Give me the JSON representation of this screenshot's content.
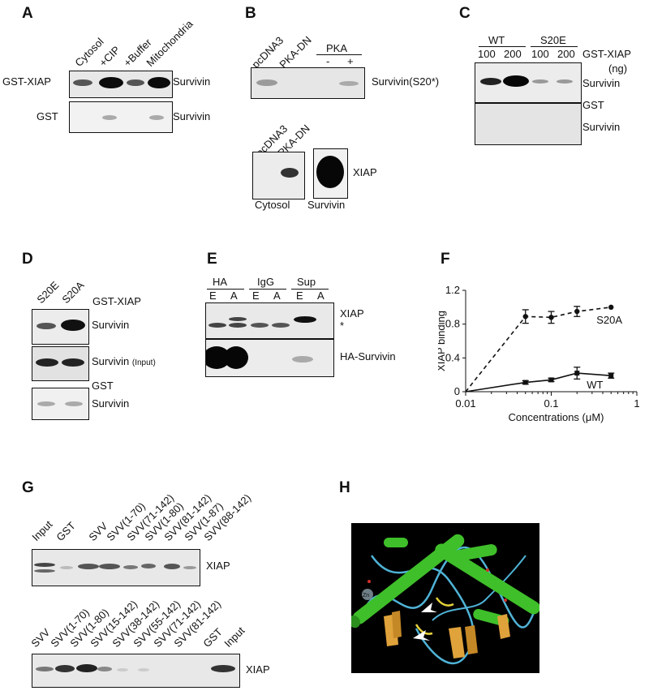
{
  "panels": {
    "A": {
      "label": "A",
      "lanes": [
        "Cytosol",
        "+CIP",
        "+Buffer",
        "Mitochondria"
      ],
      "row1_left": "GST-XIAP",
      "row1_right": "Survivin",
      "row2_left": "GST",
      "row2_right": "Survivin"
    },
    "B": {
      "label": "B",
      "lanes": [
        "pcDNA3",
        "PKA-DN"
      ],
      "pka_header": "PKA",
      "pka_minus": "-",
      "pka_plus": "+",
      "row1_right": "Survivin(S20*)",
      "lower_lanes": [
        "pcDNA3",
        "PKA-DN"
      ],
      "lower_right": "XIAP",
      "bottom_left": "Cytosol",
      "bottom_right": "Survivin"
    },
    "C": {
      "label": "C",
      "wt": "WT",
      "s20e": "S20E",
      "amounts": [
        "100",
        "200",
        "100",
        "200"
      ],
      "row1_right1": "GST-XIAP",
      "row1_right2": "(ng)",
      "row1_right3": "Survivin",
      "row2_right1": "GST",
      "row2_right2": "Survivin"
    },
    "D": {
      "label": "D",
      "lanes": [
        "S20E",
        "S20A"
      ],
      "row1_right1": "GST-XIAP",
      "row1_right2": "Survivin",
      "row2_right": "Survivin",
      "row2_right_small": "(Input)",
      "row3_right1": "GST",
      "row3_right2": "Survivin"
    },
    "E": {
      "label": "E",
      "groups": [
        "HA",
        "IgG",
        "Sup"
      ],
      "lanes": [
        "E",
        "A",
        "E",
        "A",
        "E",
        "A"
      ],
      "row1_right": "XIAP",
      "star": "*",
      "row2_right": "HA-Survivin"
    },
    "F": {
      "label": "F"
    },
    "G": {
      "label": "G",
      "top_lanes": [
        "Input",
        "GST",
        "SVV",
        "SVV(1-70)",
        "SVV(71-142)",
        "SVV(1-80)",
        "SVV(81-142)",
        "SVV(1-87)",
        "SVV(88-142)"
      ],
      "top_right": "XIAP",
      "bottom_lanes": [
        "SVV",
        "SVV(1-70)",
        "SVV(1-80)",
        "SVV(15-142)",
        "SVV(38-142)",
        "SVV(55-142)",
        "SVV(71-142)",
        "SVV(81-142)",
        "GST",
        "Input"
      ],
      "bottom_right": "XIAP"
    },
    "H": {
      "label": "H",
      "zn_label": "Zn"
    }
  },
  "chart_data": {
    "type": "line",
    "xlabel": "Concentrations (μM)",
    "ylabel": "XIAP binding",
    "x_scale": "log",
    "xlim": [
      0.01,
      1
    ],
    "ylim": [
      0,
      1.2
    ],
    "x_ticks": [
      "0.01",
      "0.1",
      "1"
    ],
    "y_ticks": [
      "0",
      "0.4",
      "0.8",
      "1.2"
    ],
    "series": [
      {
        "name": "S20A",
        "line_style": "dashed",
        "marker": "circle",
        "x": [
          0.01,
          0.05,
          0.1,
          0.2,
          0.5
        ],
        "y": [
          0,
          0.89,
          0.88,
          0.95,
          1.0
        ],
        "err": [
          0,
          0.08,
          0.07,
          0.06,
          0
        ]
      },
      {
        "name": "WT",
        "line_style": "solid",
        "marker": "square",
        "x": [
          0.01,
          0.05,
          0.1,
          0.2,
          0.5
        ],
        "y": [
          0,
          0.11,
          0.14,
          0.22,
          0.19
        ],
        "err": [
          0,
          0.02,
          0.02,
          0.07,
          0.03
        ]
      }
    ]
  }
}
